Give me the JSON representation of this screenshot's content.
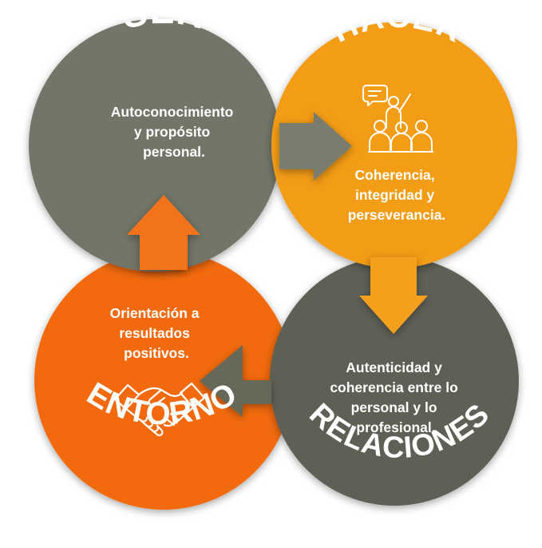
{
  "colors": {
    "gray": "#727567",
    "dark_gray": "#5e6055",
    "gold": "#f39c19",
    "orange": "#f26a0b",
    "arrow_gray": "#7a7c6d",
    "arrow_orange": "#f2731a",
    "arrow_gold": "#f4a01e",
    "arrow_dark": "#666858",
    "white": "#ffffff"
  },
  "nodes": {
    "ser": {
      "title": "SER",
      "lines": [
        "Autoconocimiento",
        "y propósito",
        "personal."
      ]
    },
    "hacer": {
      "title": "HACER",
      "icon": "presentation-icon",
      "lines": [
        "Coherencia,",
        "integridad y",
        "perseverancia."
      ]
    },
    "relaciones": {
      "title": "RELACIONES",
      "lines": [
        "Autenticidad y",
        "coherencia entre lo",
        "personal y lo",
        "profesional."
      ]
    },
    "entorno": {
      "title": "ENTORNO",
      "icon": "handshake-icon",
      "lines": [
        "Orientación a",
        "resultados",
        "positivos."
      ]
    }
  }
}
